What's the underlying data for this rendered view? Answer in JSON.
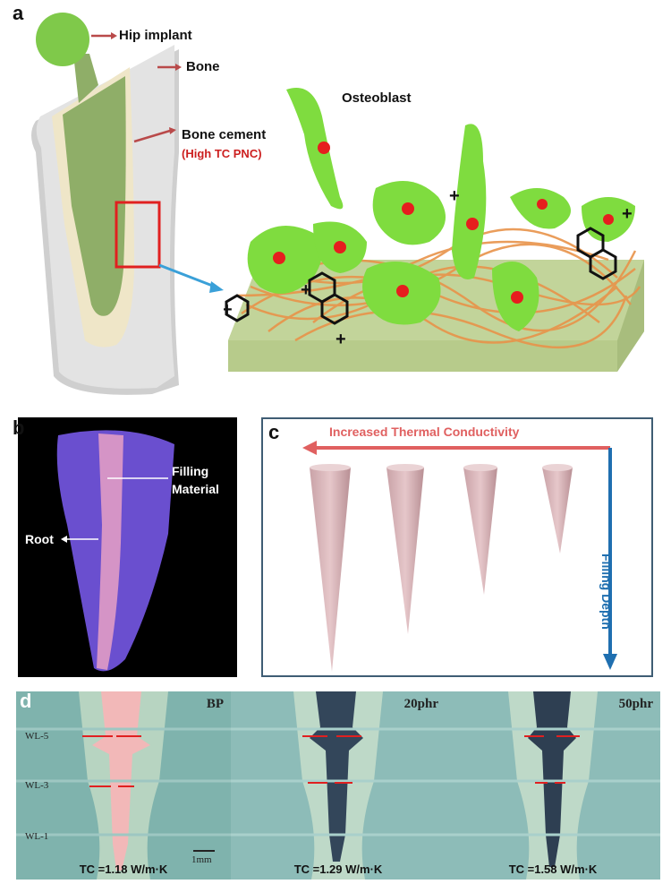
{
  "panel_a": {
    "letter": "a",
    "hip_implant": "Hip implant",
    "bone": "Bone",
    "bone_cement": "Bone cement",
    "bone_cement_sub": "(High TC PNC)",
    "osteoblast": "Osteoblast"
  },
  "panel_b": {
    "letter": "b",
    "filling_material_1": "Filling",
    "filling_material_2": "Material",
    "root": "Root"
  },
  "panel_c": {
    "letter": "c",
    "increased_tc": "Increased Thermal Conductivity",
    "filling_depth": "Filling Depth"
  },
  "panel_d": {
    "letter": "d",
    "wl_labels": [
      "WL-5",
      "WL-3",
      "WL-1"
    ],
    "scale_bar": "1mm",
    "photos": [
      {
        "tag": "BP",
        "caption": "TC =1.18 W/m·K"
      },
      {
        "tag": "20phr",
        "caption": "TC =1.29 W/m·K"
      },
      {
        "tag": "50phr",
        "caption": "TC =1.58 W/m·K"
      }
    ]
  },
  "colors": {
    "cell_green": "#7fdc3f",
    "cement_green": "#9dbb74",
    "fiber_orange": "#e8934a",
    "arrow_red": "#b94a4a",
    "tc_red": "#e06060",
    "depth_blue": "#1f6fb0",
    "cone_pink": "#dcb8bc",
    "root_purple": "#6a4fcf"
  }
}
